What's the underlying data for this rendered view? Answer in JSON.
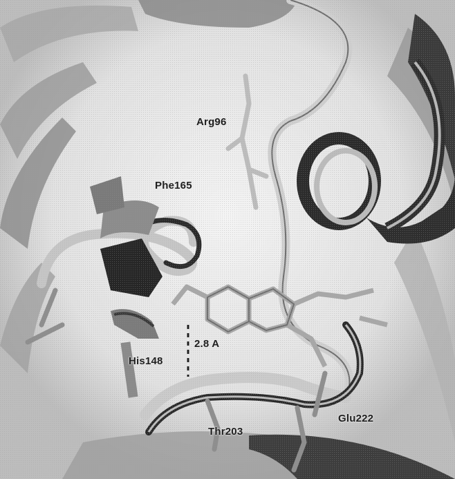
{
  "figure": {
    "description_icon": "protein-structure-rendering",
    "colors": {
      "background": "#dcdcdc",
      "dark_ribbon": "#2b2b2b",
      "light_ribbon": "#c8c8c8",
      "label_text": "#1f1f1f"
    }
  },
  "labels": {
    "arg96": "Arg96",
    "phe165": "Phe165",
    "distance": "2.8 A",
    "his148": "His148",
    "thr203": "Thr203",
    "glu222": "Glu222"
  }
}
